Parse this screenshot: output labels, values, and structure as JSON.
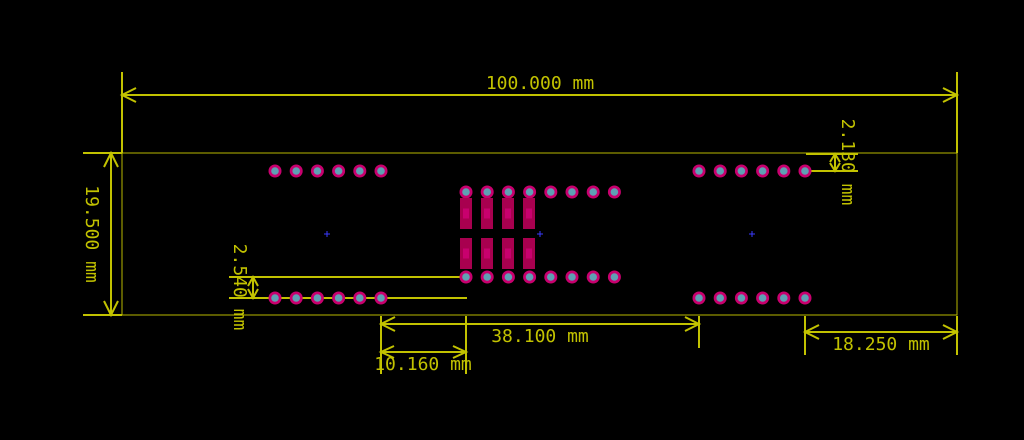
{
  "colors": {
    "background": "#000000",
    "dimension": "#c2c200",
    "outline": "#d2d200",
    "pad_ring": "#c8006e",
    "pad_hole": "#5fa0b4",
    "smd_pad": "#a8004f",
    "origin_marker": "#3a3aff"
  },
  "dimensions": {
    "board_width": "100.000 mm",
    "board_height": "19.500 mm",
    "corner_offset": "2.130 mm",
    "row_spacing": "2.540 mm",
    "center_offset": "38.100 mm",
    "pitch_offset": "10.160 mm",
    "right_margin": "18.250 mm"
  }
}
